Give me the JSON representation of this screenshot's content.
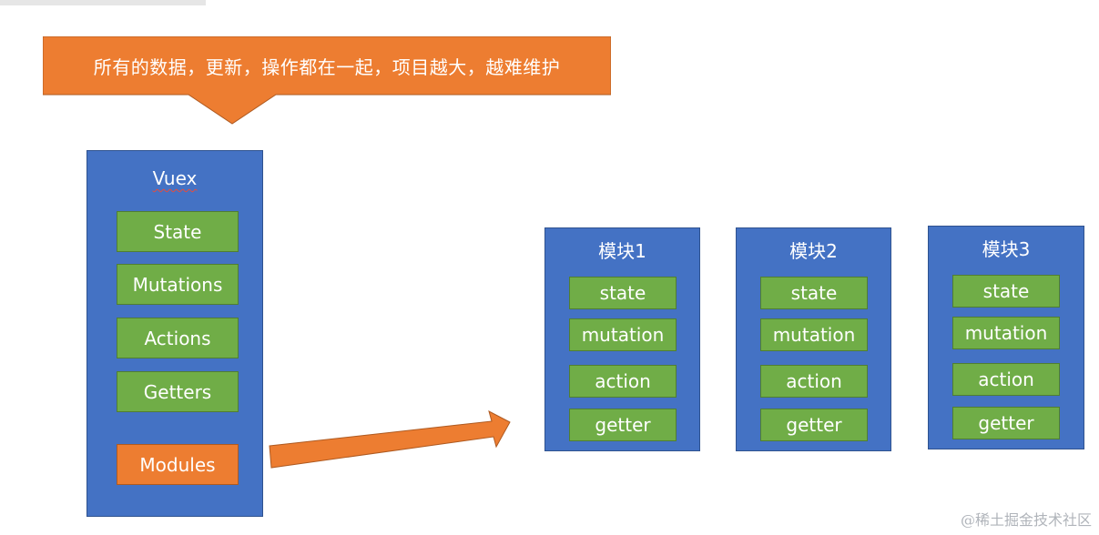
{
  "callout": {
    "text": "所有的数据，更新，操作都在一起，项目越大，越难维护"
  },
  "vuex": {
    "title": "Vuex",
    "items": [
      "State",
      "Mutations",
      "Actions",
      "Getters"
    ],
    "modules_label": "Modules"
  },
  "modules": [
    {
      "title": "模块1",
      "items": [
        "state",
        "mutation",
        "action",
        "getter"
      ]
    },
    {
      "title": "模块2",
      "items": [
        "state",
        "mutation",
        "action",
        "getter"
      ]
    },
    {
      "title": "模块3",
      "items": [
        "state",
        "mutation",
        "action",
        "getter"
      ]
    }
  ],
  "watermark": "@稀土掘金技术社区",
  "colors": {
    "blue": "#4472c4",
    "green": "#70ad47",
    "orange": "#ed7d31"
  }
}
